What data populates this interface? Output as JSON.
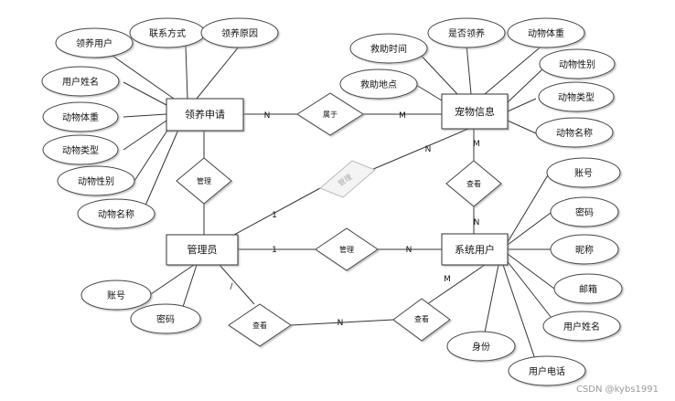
{
  "diagram": {
    "entities": {
      "adoption": "领养申请",
      "pet": "宠物信息",
      "admin": "管理员",
      "user": "系统用户"
    },
    "relations": {
      "belongs": "属于",
      "manage_adoption": "管理",
      "manage_pet": "管理",
      "manage_user": "管理",
      "view_pet": "查看",
      "view_admin": "查看"
    },
    "adoption_attrs": [
      "领养用户",
      "联系方式",
      "领养原因",
      "用户姓名",
      "动物体重",
      "动物类型",
      "动物性别",
      "动物名称"
    ],
    "pet_attrs": [
      "是否领养",
      "动物体重",
      "救助时间",
      "动物性别",
      "救助地点",
      "动物类型",
      "动物名称"
    ],
    "admin_attrs": [
      "账号",
      "密码"
    ],
    "user_attrs": [
      "账号",
      "密码",
      "昵称",
      "邮箱",
      "用户姓名",
      "身份",
      "用户电话"
    ],
    "cardinalities": {
      "adoption_belongs": "N",
      "belongs_pet": "M",
      "pet_manage": "N",
      "manage_admin": "1",
      "admin_manageuser": "1",
      "manageuser_user": "N",
      "pet_view": "M",
      "view_user": "N",
      "admin_view": "/",
      "view_user2": "N",
      "user_view2": "M"
    }
  },
  "watermark": "CSDN @kybs1991"
}
